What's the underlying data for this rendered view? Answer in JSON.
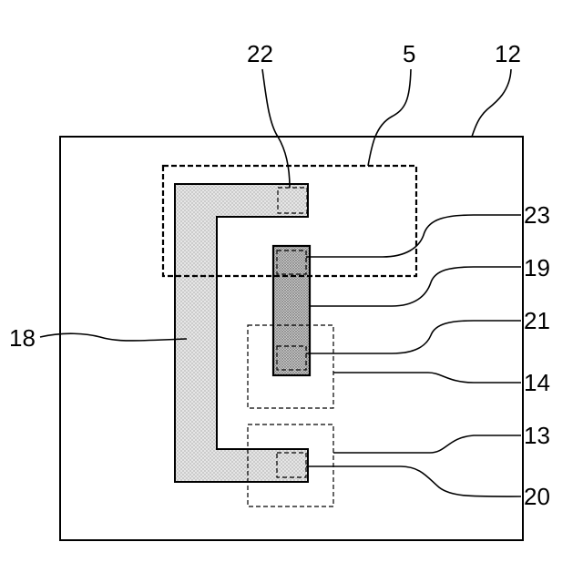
{
  "labels": {
    "ref_22": "22",
    "ref_5": "5",
    "ref_12": "12",
    "ref_23": "23",
    "ref_19": "19",
    "ref_18": "18",
    "ref_21": "21",
    "ref_14": "14",
    "ref_13": "13",
    "ref_20": "20"
  },
  "colors": {
    "line": "#000000",
    "stipple_light": "#d4d4d4",
    "stipple_dark": "#a8a8a8",
    "background": "#ffffff"
  }
}
